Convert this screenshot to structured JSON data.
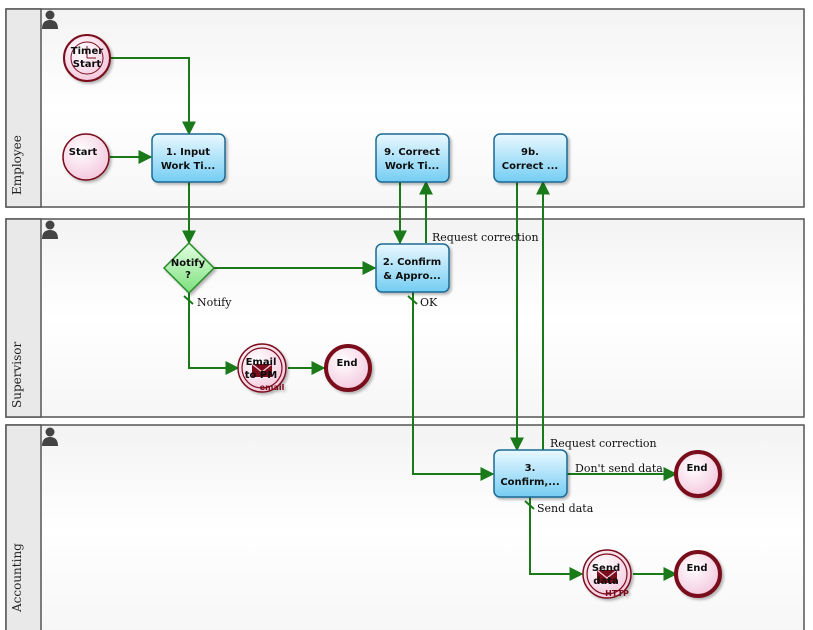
{
  "colors": {
    "lane_border": "#555555",
    "lane_header_bg": "#e9e9e9",
    "flow": "#1a7a1a",
    "task_fill_top": "#e6f6ff",
    "task_fill_bottom": "#7fd0f5",
    "task_stroke": "#1d6a94",
    "event_ring": "#7a0b1a",
    "event_fill": "#fbe3ef",
    "gateway_fill": "#b8f0b8",
    "gateway_stroke": "#2a8a2a"
  },
  "lanes": [
    {
      "id": "employee",
      "label": "Employee"
    },
    {
      "id": "supervisor",
      "label": "Supervisor"
    },
    {
      "id": "accounting",
      "label": "Accounting"
    }
  ],
  "nodes": {
    "timer_start": {
      "lines": [
        "Timer",
        "Start"
      ]
    },
    "start": {
      "lines": [
        "Start"
      ]
    },
    "task1": {
      "lines": [
        "1. Input",
        "Work Ti..."
      ]
    },
    "task9": {
      "lines": [
        "9. Correct",
        "Work Ti..."
      ]
    },
    "task9b": {
      "lines": [
        "9b.",
        "Correct ..."
      ]
    },
    "gateway": {
      "lines": [
        "Notify",
        "?"
      ]
    },
    "task2": {
      "lines": [
        "2. Confirm",
        "& Appro..."
      ]
    },
    "email": {
      "lines": [
        "Email",
        "to PM"
      ],
      "tag": "email"
    },
    "end1": {
      "lines": [
        "End"
      ]
    },
    "task3": {
      "lines": [
        "3.",
        "Confirm,..."
      ]
    },
    "end2": {
      "lines": [
        "End"
      ]
    },
    "send": {
      "lines": [
        "Send",
        "data"
      ],
      "tag": "HTTP"
    },
    "end3": {
      "lines": [
        "End"
      ]
    }
  },
  "flow_labels": {
    "notify": "Notify",
    "request1": "Request correction",
    "ok": "OK",
    "request2": "Request correction",
    "dont_send": "Don't send data",
    "send_data": "Send data"
  }
}
